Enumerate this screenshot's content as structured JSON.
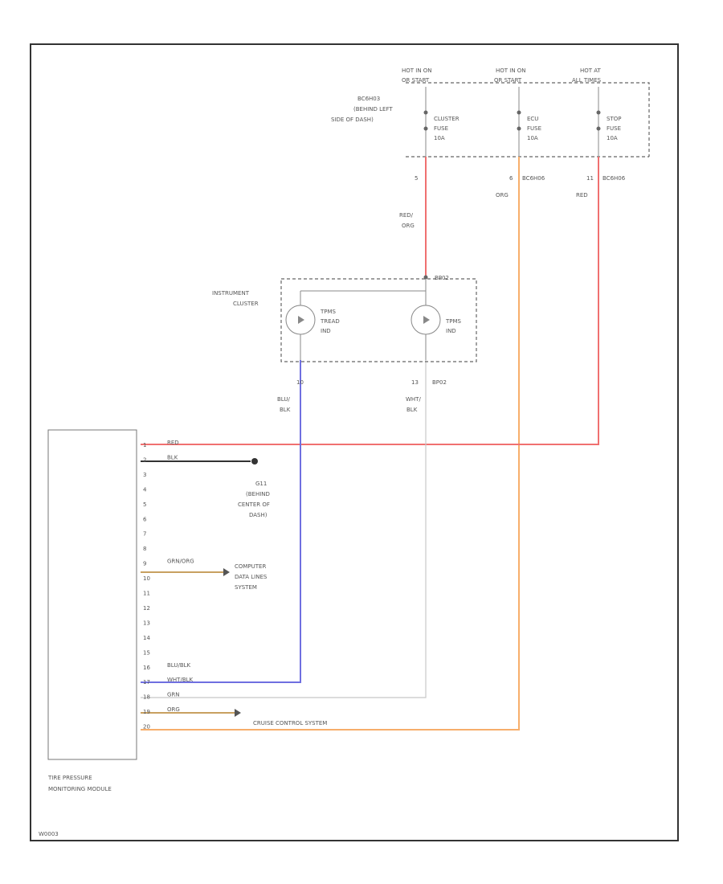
{
  "fuses": [
    {
      "hot": [
        "HOT IN ON",
        "OR START"
      ],
      "name": [
        "CLUSTER",
        "FUSE",
        "10A"
      ],
      "pin": "5",
      "pin_conn": "",
      "wire": [
        "RED/",
        "ORG"
      ]
    },
    {
      "hot": [
        "HOT IN ON",
        "OR START"
      ],
      "name": [
        "ECU",
        "FUSE",
        "10A"
      ],
      "pin": "6",
      "pin_conn": "BC6H06",
      "wire": [
        "ORG"
      ]
    },
    {
      "hot": [
        "HOT AT",
        "ALL TIMES"
      ],
      "name": [
        "STOP",
        "FUSE",
        "10A"
      ],
      "pin": "11",
      "pin_conn": "BC6H06",
      "wire": [
        "RED"
      ]
    }
  ],
  "fuse_box_label": [
    "BC6H03",
    "(BEHIND LEFT",
    "SIDE OF DASH)"
  ],
  "cluster": {
    "label": [
      "INSTRUMENT",
      "CLUSTER"
    ],
    "top_pin": "BP02",
    "indicator_left": [
      "TPMS",
      "TREAD",
      "IND"
    ],
    "indicator_right": [
      "TPMS",
      "IND"
    ],
    "bottom_left_pin": "10",
    "bottom_right_pin": "13",
    "bottom_right_conn": "BP02",
    "wire_left": [
      "BLU/",
      "BLK"
    ],
    "wire_right": [
      "WHT/",
      "BLK"
    ]
  },
  "ground": {
    "label": [
      "G11",
      "(BEHIND",
      "CENTER OF",
      "DASH)"
    ]
  },
  "module": {
    "title": [
      "TIRE PRESSURE",
      "MONITORING MODULE"
    ],
    "pins": [
      "1",
      "2",
      "3",
      "4",
      "5",
      "6",
      "7",
      "8",
      "9",
      "10",
      "11",
      "12",
      "13",
      "14",
      "15",
      "16",
      "17",
      "18",
      "19",
      "20"
    ],
    "wires": {
      "1": "RED",
      "2": "BLK",
      "9": "GRN/ORG",
      "16": "BLU/BLK",
      "17": "WHT/BLK",
      "18": "GRN",
      "19": "ORG"
    }
  },
  "computer_label": [
    "COMPUTER",
    "DATA LINES",
    "SYSTEM"
  ],
  "cruise_label": "CRUISE CONTROL SYSTEM",
  "diagram_id": "W0003",
  "colors": {
    "red": "#f07070",
    "orange": "#f7ae6b",
    "blue": "#6f6fe0",
    "gray": "#c8c8c8",
    "black": "#333333"
  }
}
